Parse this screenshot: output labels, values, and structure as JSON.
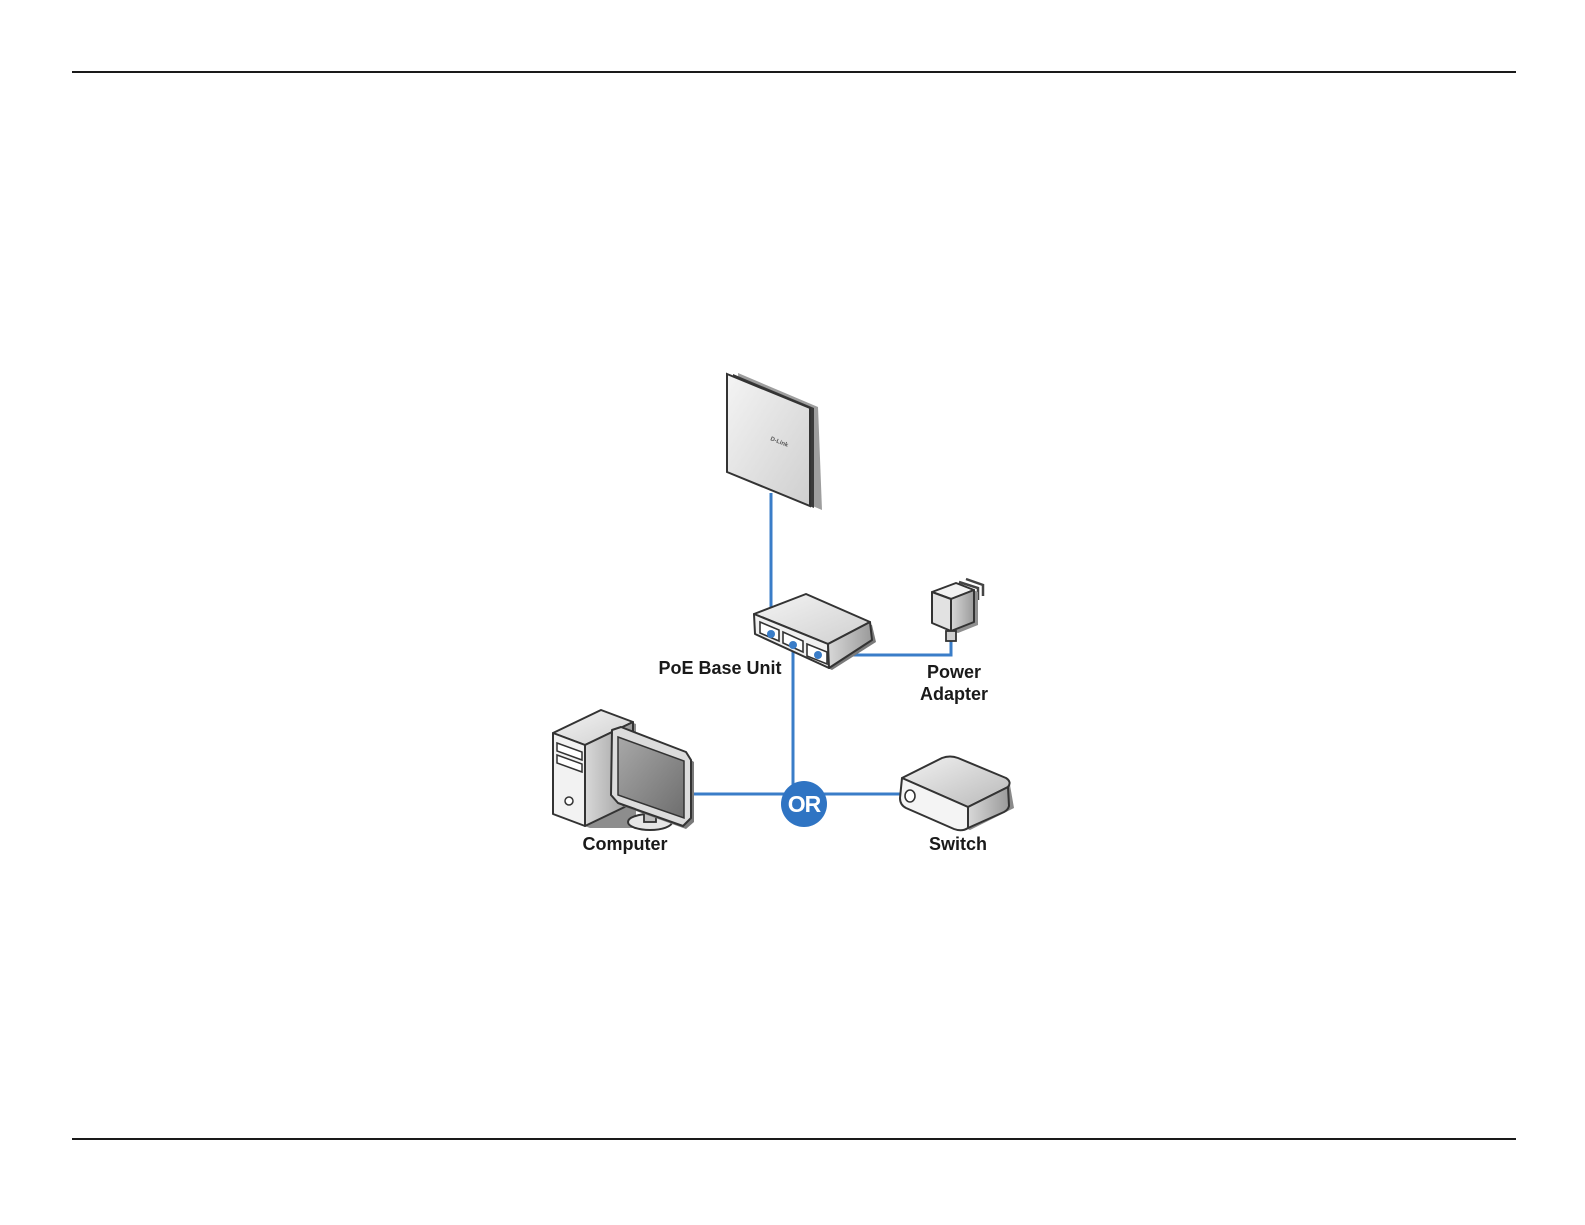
{
  "labels": {
    "base_unit": "PoE Base Unit",
    "power_line1": "Power",
    "power_line2": "Adapter",
    "computer": "Computer",
    "switch": "Switch",
    "or": "OR",
    "logo": "D-Link"
  },
  "icons": {
    "access_point": "access-point-icon",
    "base_unit": "poe-base-unit-icon",
    "power": "power-adapter-icon",
    "computer": "computer-icon",
    "switch": "switch-icon"
  },
  "colors": {
    "cable": "#3a7dc8",
    "or_badge": "#2f74c3",
    "rule": "#1a1a1a"
  }
}
